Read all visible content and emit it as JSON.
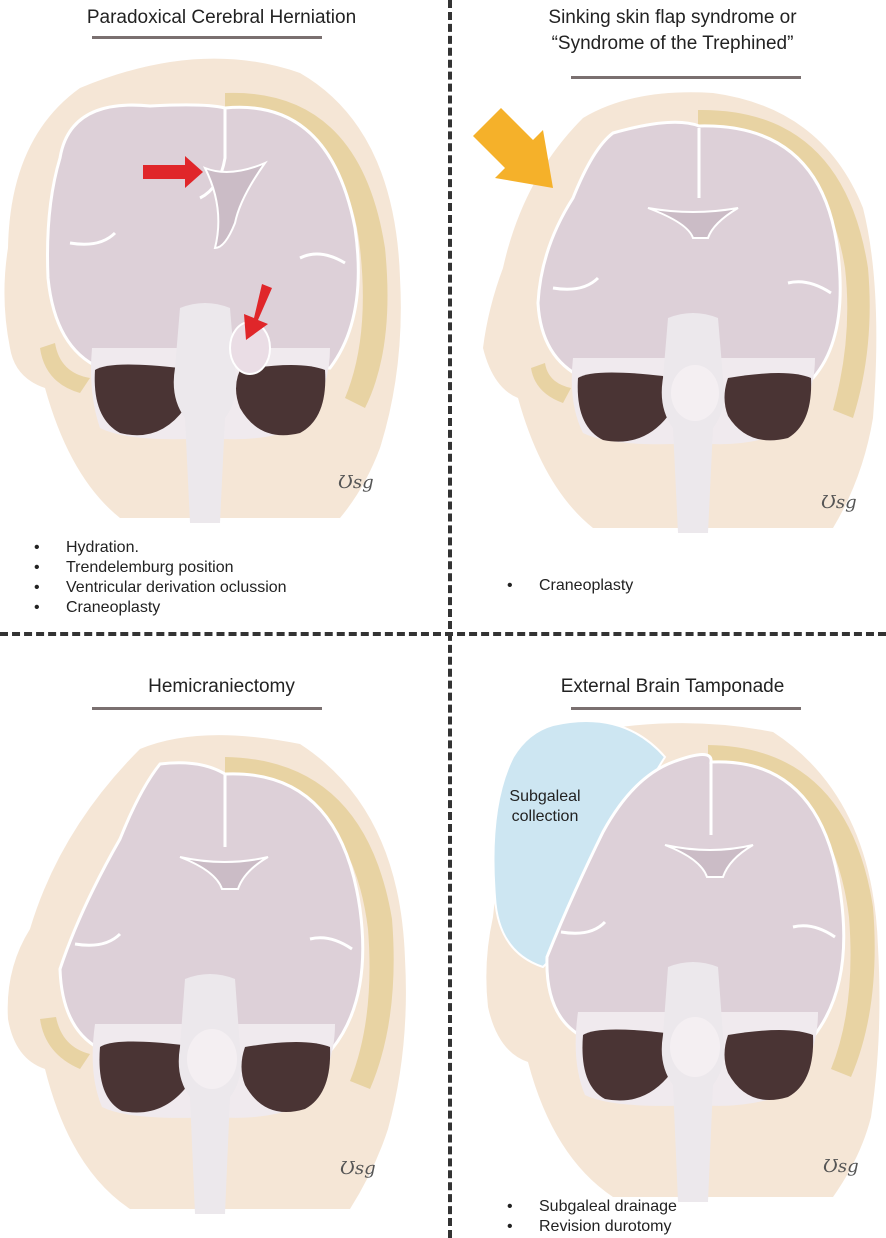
{
  "panels": {
    "paradoxical": {
      "title": "Paradoxical Cerebral Herniation",
      "items": [
        "Hydration.",
        "Trendelemburg position",
        "Ventricular derivation oclussion",
        "Craneoplasty"
      ]
    },
    "sinking": {
      "title_line1": "Sinking skin flap syndrome or",
      "title_line2": "“Syndrome of the Trephined”",
      "items": [
        "Craneoplasty"
      ]
    },
    "hemicraniectomy": {
      "title": "Hemicraniectomy"
    },
    "tamponade": {
      "title": "External Brain Tamponade",
      "callout_line1": "Subgaleal",
      "callout_line2": "collection",
      "items": [
        "Subgaleal drainage",
        "Revision durotomy"
      ]
    }
  },
  "colors": {
    "skin": "#f5e6d6",
    "bone": "#e8d3a3",
    "brain": "#ddd0d8",
    "cerebellum": "#4a3434",
    "csf": "#f2eef0",
    "red_arrow": "#e0262a",
    "orange_arrow": "#f5b12a",
    "collection": "#cde6f2"
  },
  "icons": [
    "signature-mark",
    "red-arrow-icon",
    "orange-arrow-icon"
  ]
}
